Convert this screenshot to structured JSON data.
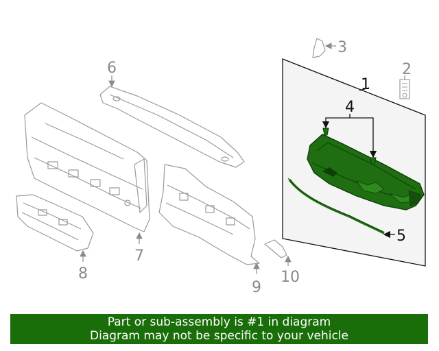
{
  "colors": {
    "highlight_part": "#1f6e12",
    "highlight_dark": "#0d3f06",
    "banner_bg": "#1a6e0a",
    "banner_text": "#ffffff",
    "panel_bg": "#f4f4f4",
    "line_gray": "#9a9a9a"
  },
  "callouts": {
    "c1": "1",
    "c2": "2",
    "c3": "3",
    "c4": "4",
    "c5": "5",
    "c6": "6",
    "c7": "7",
    "c8": "8",
    "c9": "9",
    "c10": "10"
  },
  "highlighted_callout": "1",
  "banner": {
    "line1": "Part or sub-assembly is #1 in diagram",
    "line2": "Diagram may not be specific to your vehicle"
  }
}
